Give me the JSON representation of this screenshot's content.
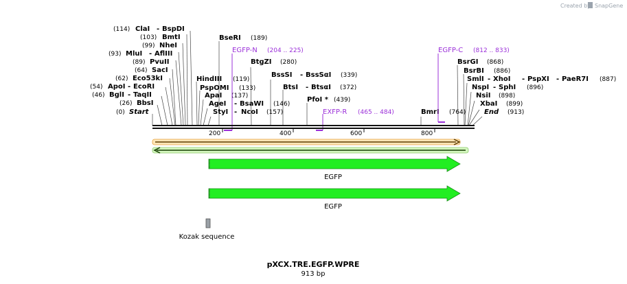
{
  "credit": "Created by",
  "brand": "SnapGene",
  "sequence": {
    "name": "pXCX.TRE.EGFP.WPRE",
    "length_label": "913 bp",
    "length": 913
  },
  "colors": {
    "primer": "#9b30d9",
    "feature": "#22ee22",
    "orf": "#e8a23c",
    "kozak": "#9aa0a6"
  },
  "sites": [
    {
      "pos": "(0)",
      "name": "Start",
      "style": "italic",
      "tpos": 0
    },
    {
      "pos": "(26)",
      "name": "BbsI",
      "tpos": 26
    },
    {
      "pos": "(46)",
      "name": "BglI",
      "name2": "TaqII",
      "tpos": 46
    },
    {
      "pos": "(54)",
      "name": "ApoI",
      "name2": "EcoRI",
      "tpos": 54
    },
    {
      "pos": "(62)",
      "name": "Eco53kI",
      "tpos": 62
    },
    {
      "pos": "(64)",
      "name": "SacI",
      "tpos": 64
    },
    {
      "pos": "(89)",
      "name": "PvuII",
      "tpos": 89
    },
    {
      "pos": "(93)",
      "name": "MluI",
      "name2": "AflIII",
      "tpos": 93
    },
    {
      "pos": "(99)",
      "name": "NheI",
      "tpos": 99
    },
    {
      "pos": "(103)",
      "name": "BmtI",
      "tpos": 103
    },
    {
      "pos": "(114)",
      "name": "ClaI",
      "name2": "BspDI",
      "tpos": 114
    },
    {
      "name": "BseRI",
      "pos": "(189)",
      "tpos": 189
    },
    {
      "name": "HindIII",
      "pos": "(119)",
      "tpos": 119
    },
    {
      "name": "PspOMI",
      "pos": "(133)",
      "tpos": 133
    },
    {
      "name": "ApaI",
      "pos": "(137)",
      "tpos": 137
    },
    {
      "name": "AgeI",
      "name2": "BsaWI",
      "pos": "(146)",
      "tpos": 146
    },
    {
      "name": "StyI",
      "name2": "NcoI",
      "pos": "(157)",
      "tpos": 157
    },
    {
      "name": "BtgZI",
      "pos": "(280)",
      "tpos": 280
    },
    {
      "name": "BssSI",
      "name2": "BssSαI",
      "pos": "(339)",
      "tpos": 339
    },
    {
      "name": "BtsI",
      "name2": "BtsαI",
      "pos": "(372)",
      "tpos": 372
    },
    {
      "name": "PfoI *",
      "pos": "(439)",
      "tpos": 439
    },
    {
      "name": "BmrI",
      "pos": "(764)",
      "tpos": 764
    },
    {
      "name": "BsrGI",
      "pos": "(868)",
      "tpos": 868
    },
    {
      "name": "BsrBI",
      "pos": "(886)",
      "tpos": 886
    },
    {
      "name": "SmlI",
      "name2": "XhoI",
      "name3": "PspXI",
      "name4": "PaeR7I",
      "pos": "(887)",
      "tpos": 887
    },
    {
      "name": "NspI",
      "name2": "SphI",
      "pos": "(896)",
      "tpos": 896
    },
    {
      "name": "NsiI",
      "pos": "(898)",
      "tpos": 898
    },
    {
      "name": "XbaI",
      "pos": "(899)",
      "tpos": 899
    },
    {
      "name": "End",
      "style": "italic",
      "pos": "(913)",
      "tpos": 913
    }
  ],
  "primers": [
    {
      "name": "EGFP-N",
      "range": "(204 .. 225)",
      "start": 204,
      "end": 225
    },
    {
      "name": "EGFP-C",
      "range": "(812 .. 833)",
      "start": 812,
      "end": 833
    },
    {
      "name": "EXFP-R",
      "range": "(465 .. 484)",
      "start": 465,
      "end": 484
    }
  ],
  "ruler": [
    "200",
    "400",
    "600",
    "800"
  ],
  "features": [
    {
      "label": "EGFP",
      "start": 162,
      "end": 881
    },
    {
      "label": "EGFP",
      "start": 162,
      "end": 881
    },
    {
      "label": "Kozak sequence",
      "start": 154,
      "end": 163
    }
  ]
}
